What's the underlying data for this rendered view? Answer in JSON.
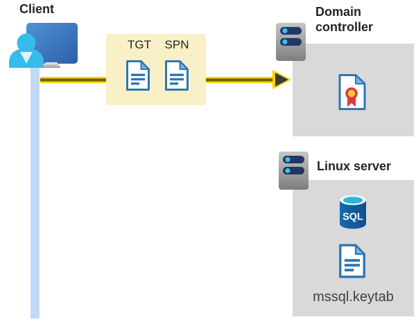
{
  "client": {
    "label": "Client"
  },
  "ticket_box": {
    "tgt_label": "TGT",
    "spn_label": "SPN"
  },
  "domain_controller": {
    "label": "Domain controller"
  },
  "linux_server": {
    "label": "Linux server",
    "sql_icon_label": "SQL",
    "keytab_label": "mssql.keytab"
  },
  "colors": {
    "highlight_box": "#FAF0C8",
    "arrow_yellow": "#FFD200",
    "arrow_core": "#6E6000",
    "arrowhead_dark": "#3B3B39",
    "client_line_blue": "#BFDAF7",
    "container_gray": "#D9D9D9",
    "doc_blue": "#2E75B6",
    "doc_fold_blue": "#7EB3DF",
    "server_bar_navy": "#1F3864",
    "server_dot_cyan": "#41C0E8",
    "person_cyan": "#35BCEA",
    "person_collar": "#DFF2FB",
    "monitor_blue_light": "#4E93D9",
    "monitor_blue_dark": "#2E5EA7",
    "sql_body_light": "#1668B2",
    "sql_body_dark": "#0E4F8E",
    "sql_top_cyan": "#2CB5D8",
    "cert_ribbon_red": "#DC3B3B",
    "cert_seal_yellow": "#FFC83D",
    "text_dark": "#242424",
    "text_gray": "#404040"
  }
}
